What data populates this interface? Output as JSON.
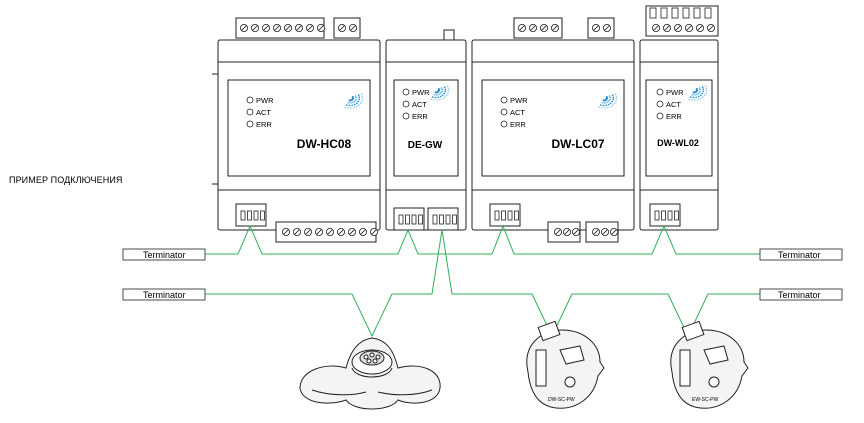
{
  "side_label": "ПРИМЕР ПОДКЛЮЧЕНИЯ",
  "led_labels": [
    "PWR",
    "ACT",
    "ERR"
  ],
  "modules": [
    {
      "name": "DW-HC08"
    },
    {
      "name": "DE-GW"
    },
    {
      "name": "DW-LC07"
    },
    {
      "name": "DW-WL02"
    }
  ],
  "terminators": [
    "Terminator",
    "Terminator",
    "Terminator",
    "Terminator"
  ],
  "device_labels": [
    "DW-SC-PW",
    "EW-SC-PW"
  ],
  "colors": {
    "bus": "#2fb15a",
    "outline": "#222222",
    "device_fill": "#f4f4f4"
  }
}
